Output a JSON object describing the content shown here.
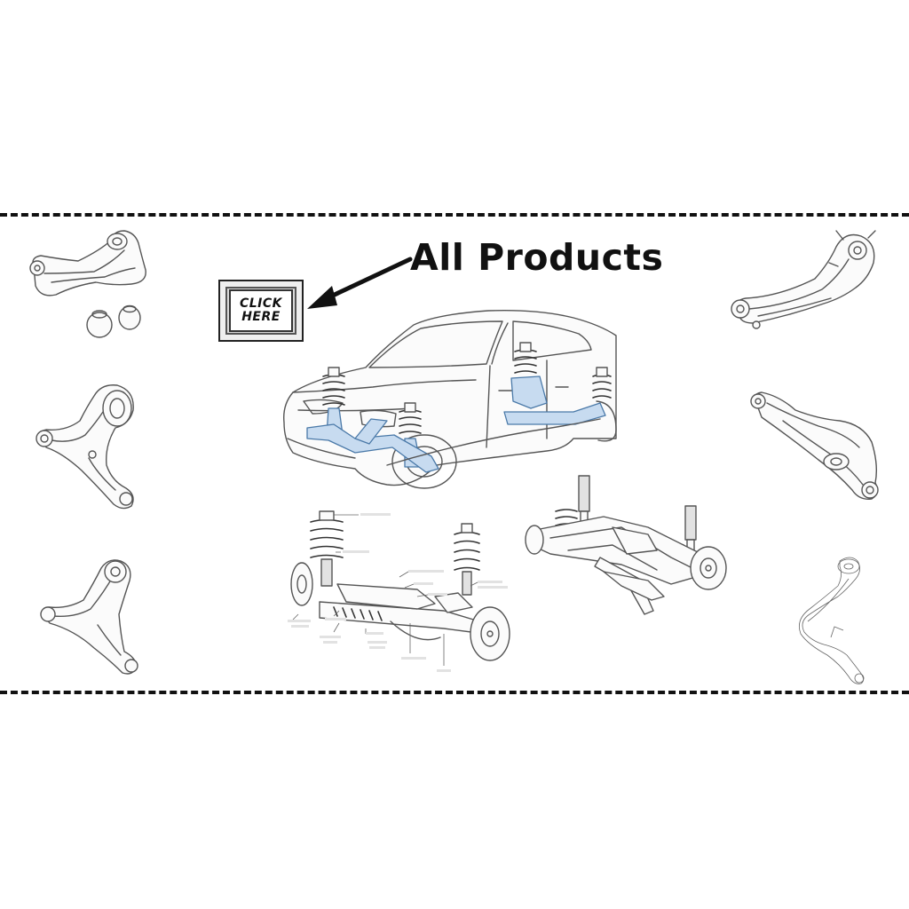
{
  "banner": {
    "heading": "All Products",
    "button": {
      "line1": "CLICK",
      "line2": "HERE"
    }
  },
  "icons": [
    "upper-control-arm-icon",
    "rubber-bushings-icon",
    "lower-control-arm-icon",
    "front-lower-control-arm-icon",
    "trailing-arm-icon",
    "rear-lower-control-arm-icon",
    "curved-control-arm-icon",
    "car-suspension-illustration",
    "front-suspension-diagram",
    "rear-suspension-assembly",
    "pointer-arrow-icon"
  ],
  "colors": {
    "line": "#111111",
    "highlight": "#4a79a8",
    "background": "#ffffff"
  }
}
